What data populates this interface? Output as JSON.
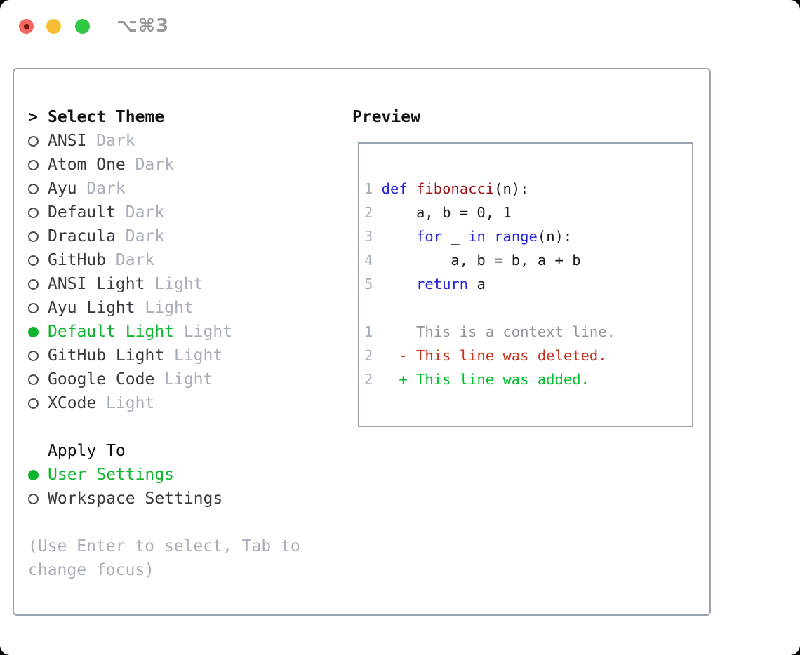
{
  "titlebar": {
    "shortcut": "⌥⌘3",
    "traffic_lights": [
      "close",
      "minimize",
      "zoom"
    ]
  },
  "colors": {
    "selection_green": "#0fb42e",
    "diff_added_green": "#00bd2a",
    "diff_deleted_red": "#c5321f",
    "keyword_blue": "#2323dd",
    "function_red": "#a31515",
    "muted_gray": "#a6aeba",
    "border_gray": "#9aa2ad"
  },
  "theme_selector": {
    "prompt_char": ">",
    "title": "Select Theme",
    "themes": [
      {
        "name": "ANSI",
        "variant": "Dark",
        "selected": false
      },
      {
        "name": "Atom One",
        "variant": "Dark",
        "selected": false
      },
      {
        "name": "Ayu",
        "variant": "Dark",
        "selected": false
      },
      {
        "name": "Default",
        "variant": "Dark",
        "selected": false
      },
      {
        "name": "Dracula",
        "variant": "Dark",
        "selected": false
      },
      {
        "name": "GitHub",
        "variant": "Dark",
        "selected": false
      },
      {
        "name": "ANSI Light",
        "variant": "Light",
        "selected": false
      },
      {
        "name": "Ayu Light",
        "variant": "Light",
        "selected": false
      },
      {
        "name": "Default Light",
        "variant": "Light",
        "selected": true
      },
      {
        "name": "GitHub Light",
        "variant": "Light",
        "selected": false
      },
      {
        "name": "Google Code",
        "variant": "Light",
        "selected": false
      },
      {
        "name": "XCode",
        "variant": "Light",
        "selected": false
      }
    ]
  },
  "apply_to": {
    "title": "Apply To",
    "options": [
      {
        "label": "User Settings",
        "selected": true
      },
      {
        "label": "Workspace Settings",
        "selected": false
      }
    ]
  },
  "help_text": {
    "line1": "(Use Enter to select, Tab to",
    "line2": "change focus)"
  },
  "preview": {
    "title": "Preview",
    "code": {
      "line1": {
        "num": "1",
        "kw": "def ",
        "fn": "fibonacci",
        "rest": "(n):"
      },
      "line2": {
        "num": "2",
        "text": "    a, b = 0, 1"
      },
      "line3": {
        "num": "3",
        "p0": "    ",
        "k1": "for",
        "p1": " _ ",
        "k2": "in",
        "p2": " ",
        "k3": "range",
        "p3": "(n):"
      },
      "line4": {
        "num": "4",
        "text": "        a, b = b, a + b"
      },
      "line5": {
        "num": "5",
        "p0": "    ",
        "k1": "return",
        "p1": " a"
      }
    },
    "diff": {
      "context": {
        "num": "1",
        "text": "    This is a context line."
      },
      "deleted": {
        "num": "2",
        "text": "  - This line was deleted."
      },
      "added": {
        "num": "2",
        "text": "  + This line was added."
      }
    }
  }
}
